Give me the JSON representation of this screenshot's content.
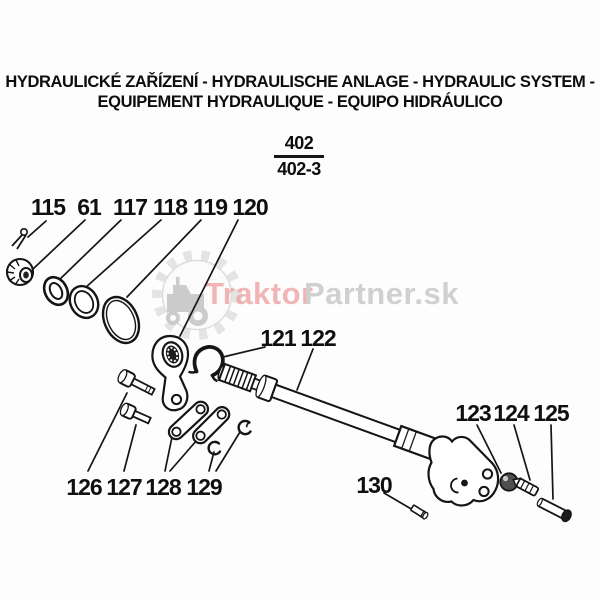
{
  "title": {
    "line1": "HYDRAULICKÉ ZAŘÍZENÍ - HYDRAULISCHE ANLAGE - HYDRAULIC SYSTEM -",
    "line2": "EQUIPEMENT HYDRAULIQUE - EQUIPO HIDRÁULICO"
  },
  "figure_number": {
    "numerator": "402",
    "denominator": "402-3"
  },
  "watermark": {
    "brand_primary": "Traktor",
    "brand_secondary": "Partner.sk",
    "primary_color": "#f0a9a9",
    "secondary_color": "#c9c9c9",
    "logo": "gear-with-tractor-icon"
  },
  "diagram": {
    "type": "exploded-parts-diagram",
    "subject": "hydraulic lift shaft assembly",
    "part_labels": [
      {
        "number": "115"
      },
      {
        "number": "61"
      },
      {
        "number": "117"
      },
      {
        "number": "118"
      },
      {
        "number": "119"
      },
      {
        "number": "120"
      },
      {
        "number": "121"
      },
      {
        "number": "122"
      },
      {
        "number": "123"
      },
      {
        "number": "124"
      },
      {
        "number": "125"
      },
      {
        "number": "126"
      },
      {
        "number": "127"
      },
      {
        "number": "128"
      },
      {
        "number": "129"
      },
      {
        "number": "130"
      }
    ]
  }
}
